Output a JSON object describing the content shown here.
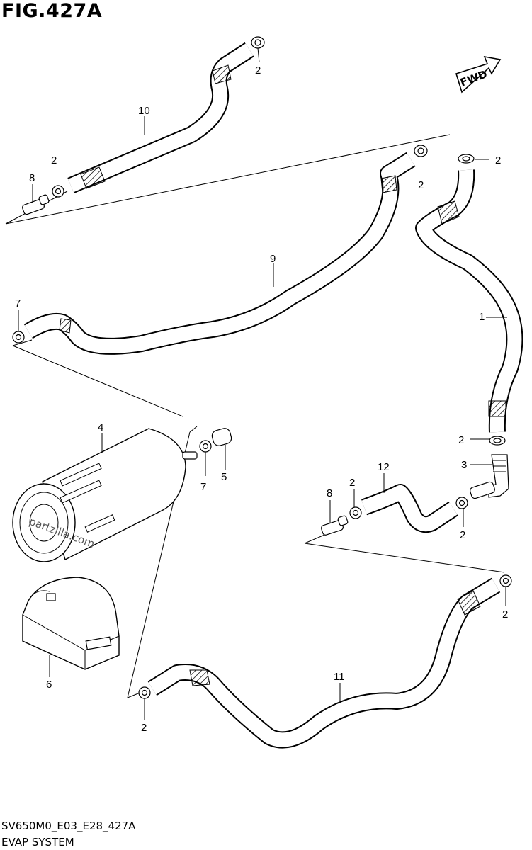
{
  "figure": {
    "title": "FIG.427A"
  },
  "footer": {
    "code": "SV650M0_E03_E28_427A",
    "name": "EVAP SYSTEM"
  },
  "fwd_label": "FWD",
  "watermark": "partzilla.com",
  "callouts": {
    "hose_1": "1",
    "clamp_2_top": "2",
    "clamp_2_hose10": "2",
    "clamp_2_hose9_top": "2",
    "clamp_2_hose1_top": "2",
    "clamp_2_hose1_bottom": "2",
    "clamp_2_hose12_left": "2",
    "clamp_2_hose12_right": "2",
    "clamp_2_hose11_right": "2",
    "clamp_2_hose11_left": "2",
    "joint_3": "3",
    "canister_4": "4",
    "cap_5": "5",
    "bracket_6": "6",
    "clamp_7_hose9": "7",
    "clamp_7_canister": "7",
    "fitting_8_top": "8",
    "fitting_8_mid": "8",
    "hose_9": "9",
    "hose_10": "10",
    "hose_11": "11",
    "hose_12": "12"
  }
}
